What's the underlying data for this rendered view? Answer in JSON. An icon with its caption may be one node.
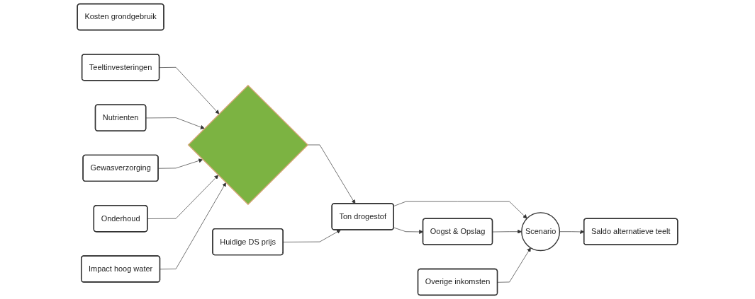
{
  "diagram": {
    "nodes": [
      {
        "text": [
          "Kosten grondgebruik"
        ]
      },
      {
        "text": [
          "Teeltinvesteringen"
        ]
      },
      {
        "text": [
          "Nutrienten"
        ]
      },
      {
        "text": [
          "Gewasverzorging"
        ]
      },
      {
        "text": [
          "Onderhoud"
        ]
      },
      {
        "text": [],
        "shape": "diamond"
      },
      {
        "text": [
          "Impact hoog water"
        ]
      },
      {
        "text": [
          "Huidige DS prijs"
        ]
      },
      {
        "text": [
          "Ton drogestof"
        ]
      },
      {
        "text": [
          "Oogst & Opslag"
        ]
      },
      {
        "text": [
          "Overige inkomsten"
        ]
      },
      {
        "text": [
          "Scenario"
        ]
      },
      {
        "text": [
          "Saldo alternatieve teelt"
        ]
      }
    ],
    "edges": [
      {
        "from": 1,
        "to": 5,
        "arrow": "to"
      },
      {
        "from": 2,
        "to": 5,
        "arrow": "to"
      },
      {
        "from": 3,
        "to": 5,
        "arrow": "to"
      },
      {
        "from": 4,
        "to": 5,
        "arrow": "to"
      },
      {
        "from": 6,
        "to": 5,
        "arrow": "to"
      },
      {
        "from": 5,
        "to": 8,
        "arrow": "to"
      },
      {
        "from": 7,
        "to": 8,
        "arrow": "to"
      },
      {
        "from": 8,
        "to": 9,
        "arrow": "to"
      },
      {
        "from": 8,
        "to": 11,
        "arrow": "to"
      },
      {
        "from": 9,
        "to": 11,
        "arrow": "to"
      },
      {
        "from": 10,
        "to": 11,
        "arrow": "to"
      },
      {
        "from": 11,
        "to": 12,
        "arrow": "to"
      }
    ]
  }
}
